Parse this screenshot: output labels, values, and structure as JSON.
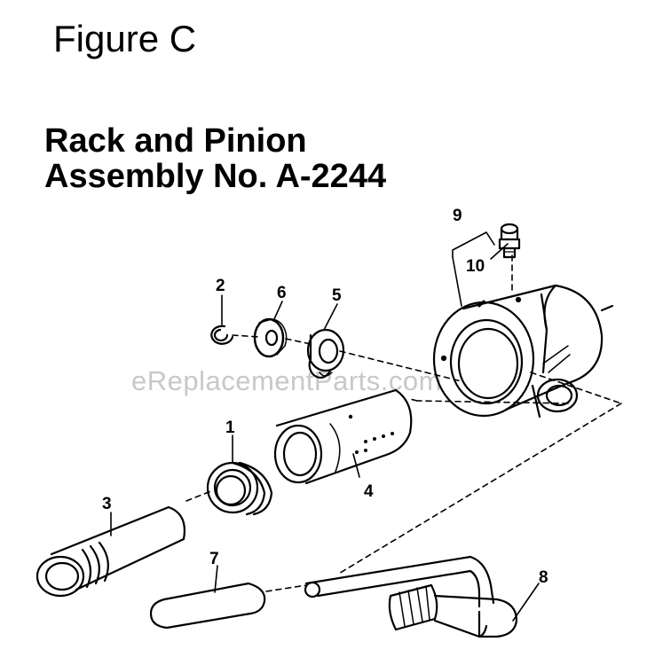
{
  "figure_label": "Figure C",
  "title_line1": "Rack and Pinion",
  "title_line2": "Assembly No. A-2244",
  "watermark": "eReplacementParts.com",
  "callouts": {
    "c1": "1",
    "c2": "2",
    "c3": "3",
    "c4": "4",
    "c5": "5",
    "c6": "6",
    "c7": "7",
    "c8": "8",
    "c9": "9",
    "c10": "10"
  },
  "line_color": "#000000",
  "watermark_color": "#c8c8c8"
}
